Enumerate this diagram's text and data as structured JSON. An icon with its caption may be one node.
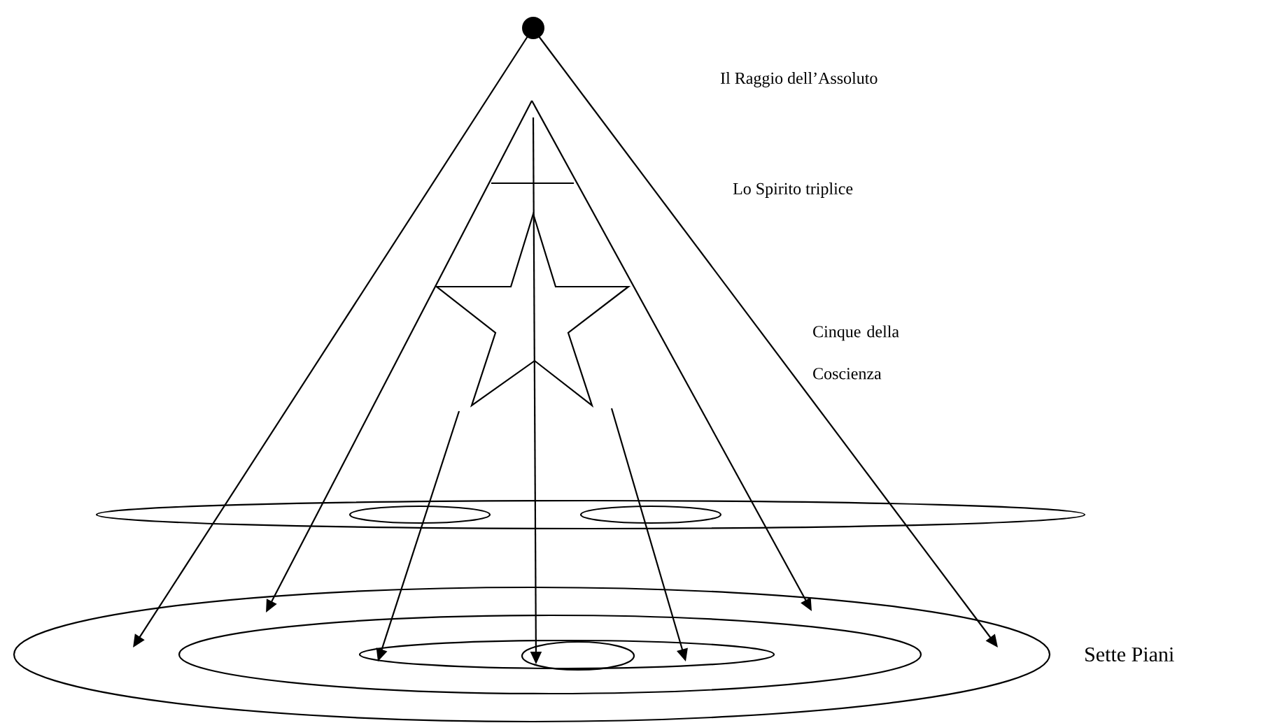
{
  "diagram": {
    "labels": [
      "Il Raggio dell’Assoluto",
      "Lo Spirito triplice",
      "Cinque della Coscienza",
      "Sette Piani"
    ]
  }
}
